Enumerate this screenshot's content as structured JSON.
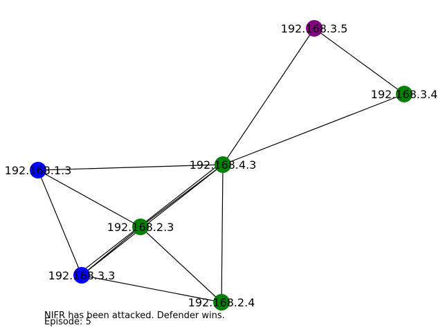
{
  "graph": {
    "nodes": [
      {
        "id": "192.168.3.5",
        "label": "192.168.3.5",
        "color": "#800080"
      },
      {
        "id": "192.168.3.4",
        "label": "192.168.3.4",
        "color": "#008000"
      },
      {
        "id": "192.168.4.3",
        "label": "192.168.4.3",
        "color": "#008000"
      },
      {
        "id": "192.168.1.3",
        "label": "192.168.1.3",
        "color": "#0000ff"
      },
      {
        "id": "192.168.2.3",
        "label": "192.168.2.3",
        "color": "#008000"
      },
      {
        "id": "192.168.3.3",
        "label": "192.168.3.3",
        "color": "#0000ff"
      },
      {
        "id": "192.168.2.4",
        "label": "192.168.2.4",
        "color": "#008000"
      }
    ],
    "edges": [
      [
        "192.168.3.5",
        "192.168.3.4"
      ],
      [
        "192.168.3.5",
        "192.168.4.3"
      ],
      [
        "192.168.3.4",
        "192.168.4.3"
      ],
      [
        "192.168.1.3",
        "192.168.4.3"
      ],
      [
        "192.168.1.3",
        "192.168.2.3"
      ],
      [
        "192.168.1.3",
        "192.168.3.3"
      ],
      [
        "192.168.4.3",
        "192.168.2.3"
      ],
      [
        "192.168.4.3",
        "192.168.3.3"
      ],
      [
        "192.168.4.3",
        "192.168.2.4"
      ],
      [
        "192.168.2.3",
        "192.168.3.3"
      ],
      [
        "192.168.2.3",
        "192.168.2.4"
      ],
      [
        "192.168.3.3",
        "192.168.2.4"
      ]
    ]
  },
  "status": {
    "message": "NIFR has been attacked. Defender wins.",
    "episode": "Episode: 5"
  },
  "colors": {
    "edge": "#000000",
    "background": "#ffffff"
  }
}
